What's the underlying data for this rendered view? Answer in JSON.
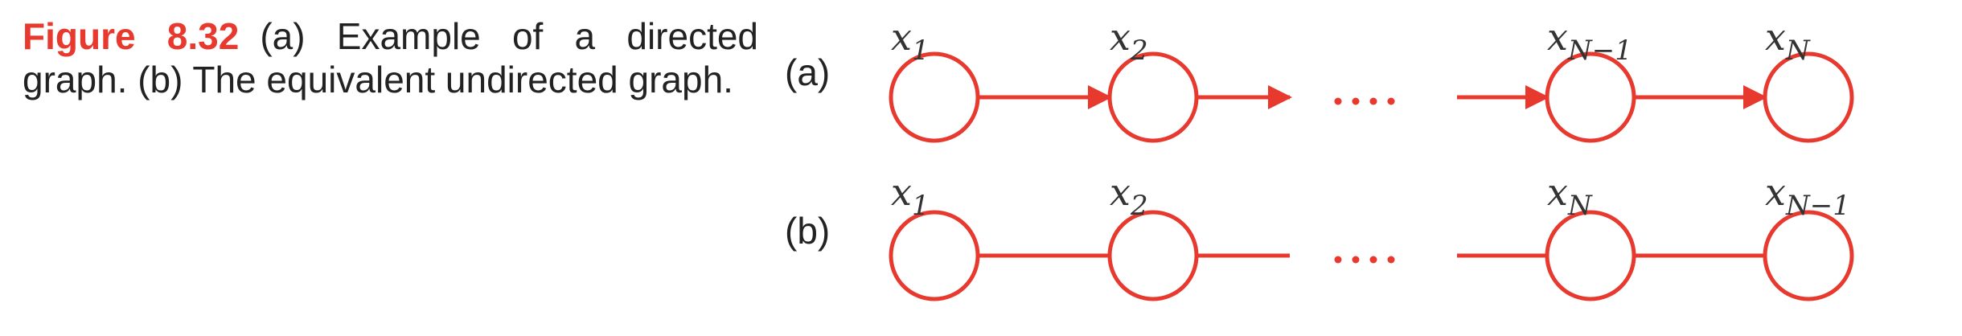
{
  "caption": {
    "figure_label": "Figure 8.32",
    "text": "(a) Example of a directed graph. (b) The equivalent undirected graph."
  },
  "diagram": {
    "color": "#e8392e",
    "panels": [
      {
        "label": "(a)",
        "directed": true,
        "nodes": [
          {
            "base": "x",
            "sub": "1"
          },
          {
            "base": "x",
            "sub": "2"
          },
          {
            "base": "x",
            "sub": "N−1"
          },
          {
            "base": "x",
            "sub": "N"
          }
        ],
        "ellipsis": "····"
      },
      {
        "label": "(b)",
        "directed": false,
        "nodes": [
          {
            "base": "x",
            "sub": "1"
          },
          {
            "base": "x",
            "sub": "2"
          },
          {
            "base": "x",
            "sub": "N"
          },
          {
            "base": "x",
            "sub": "N−1"
          }
        ],
        "ellipsis": "····"
      }
    ]
  }
}
